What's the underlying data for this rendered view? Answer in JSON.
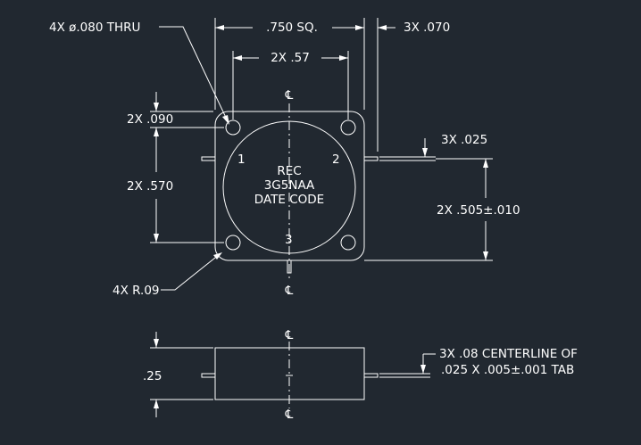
{
  "drawing": {
    "background": "#212830",
    "line_color": "#ffffff",
    "top_view": {
      "pin_labels": [
        "1",
        "2",
        "3"
      ],
      "body_text": [
        "REC",
        "3G5NAA",
        "DATE CODE"
      ],
      "centerline_symbol": "℄"
    },
    "side_view": {
      "centerline_symbol": "℄"
    },
    "dimensions": {
      "hole_callout": "4X ø.080 THRU",
      "overall_square": ".750 SQ.",
      "tab_length": "3X .070",
      "hole_spacing_x": "2X .57",
      "hole_edge_offset": "2X .090",
      "hole_spacing_y": "2X .570",
      "tab_width": "3X .025",
      "tab_height": "2X .505±.010",
      "corner_radius": "4X R.09",
      "body_height": ".25",
      "tab_note_line1": "3X .08 CENTERLINE OF",
      "tab_note_line2": ".025 X .005±.001 TAB"
    }
  }
}
